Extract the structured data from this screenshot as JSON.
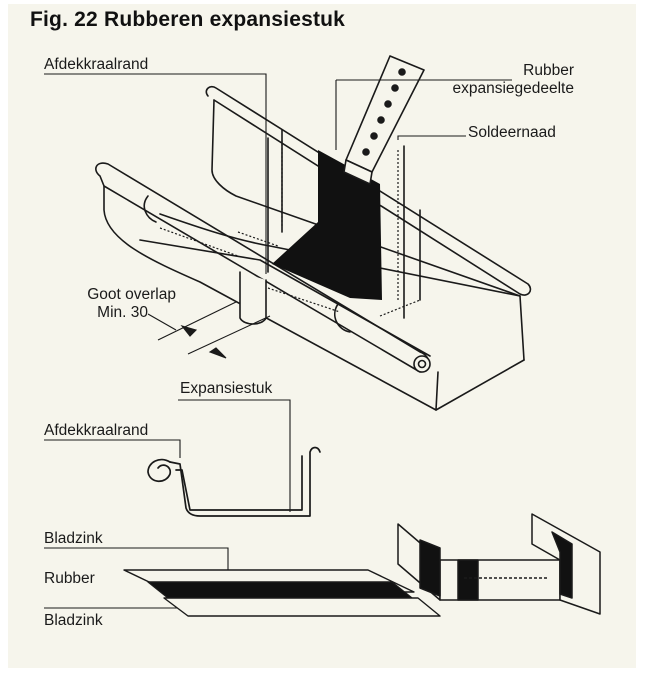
{
  "figure": {
    "title": "Fig. 22 Rubberen expansiestuk"
  },
  "labels": {
    "afdekkraalrand_top": "Afdekkraalrand",
    "rubber_part_line1": "Rubber",
    "rubber_part_line2": "expansiegedeelte",
    "soldeernaad": "Soldeernaad",
    "goot_overlap_line1": "Goot overlap",
    "goot_overlap_line2": "Min. 30",
    "expansiestuk": "Expansiestuk",
    "afdekkraalrand_section": "Afdekkraalrand",
    "bladzink_top": "Bladzink",
    "rubber": "Rubber",
    "bladzink_bottom": "Bladzink"
  },
  "colors": {
    "ink": "#1a1a1a",
    "paper": "#f6f5ec",
    "rubber": "#111111"
  }
}
